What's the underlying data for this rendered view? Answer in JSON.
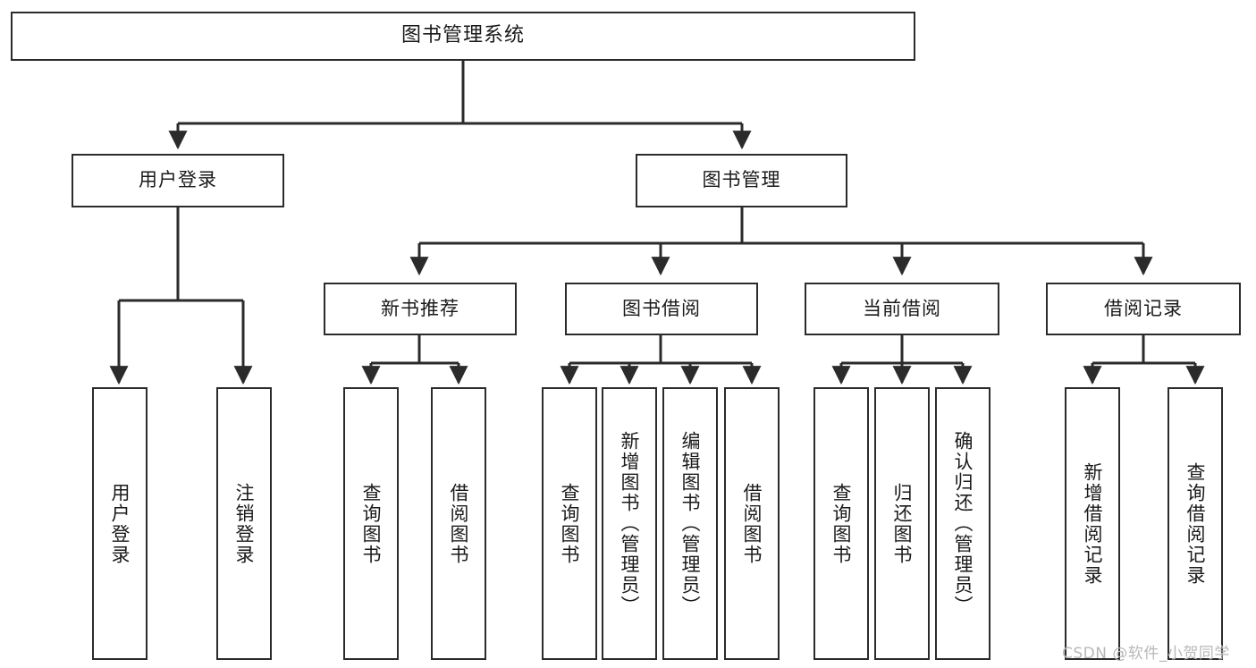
{
  "diagram": {
    "title": "图书管理系统",
    "type": "tree-hierarchy-diagram",
    "root": {
      "label": "图书管理系统"
    },
    "level2": [
      {
        "label": "用户登录"
      },
      {
        "label": "图书管理"
      }
    ],
    "level3": [
      {
        "label": "新书推荐"
      },
      {
        "label": "图书借阅"
      },
      {
        "label": "当前借阅"
      },
      {
        "label": "借阅记录"
      }
    ],
    "leaves": {
      "user_login": [
        {
          "label": "用户登录"
        },
        {
          "label": "注销登录"
        }
      ],
      "new_book_recommend": [
        {
          "label": "查询图书"
        },
        {
          "label": "借阅图书"
        }
      ],
      "book_borrow": [
        {
          "label": "查询图书"
        },
        {
          "label": "新增图书（管理员）"
        },
        {
          "label": "编辑图书（管理员）"
        },
        {
          "label": "借阅图书"
        }
      ],
      "current_borrow": [
        {
          "label": "查询图书"
        },
        {
          "label": "归还图书"
        },
        {
          "label": "确认归还（管理员）"
        }
      ],
      "borrow_record": [
        {
          "label": "新增借阅记录"
        },
        {
          "label": "查询借阅记录"
        }
      ]
    }
  },
  "watermark": {
    "text": "CSDN @软件_小贺同学"
  },
  "colors": {
    "stroke": "#2b2b2b",
    "fill": "#ffffff",
    "text": "#1a1a1a",
    "watermark": "#b8b8b8"
  }
}
